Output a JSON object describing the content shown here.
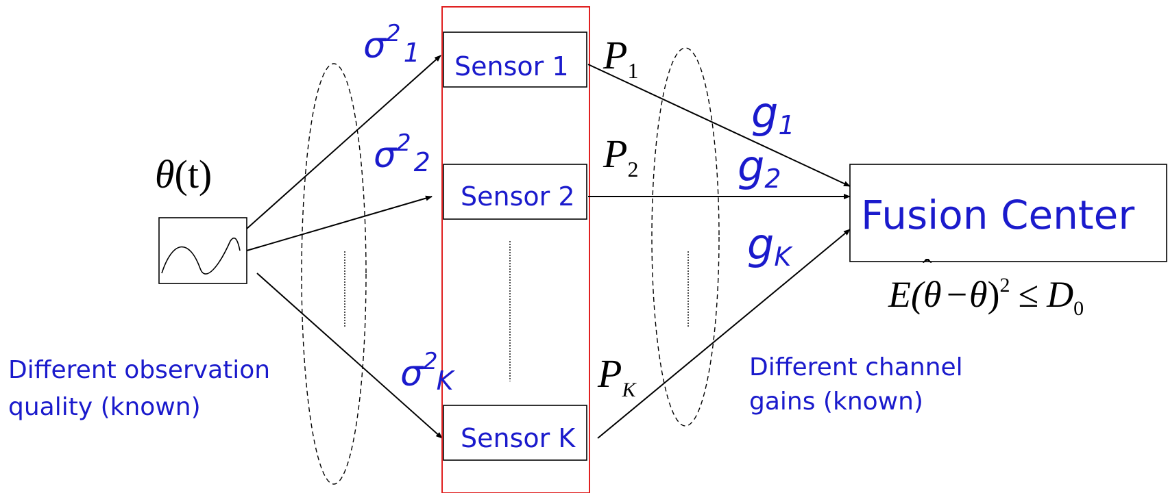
{
  "sensors": [
    {
      "label": "Sensor 1",
      "noise_var_base": "σ",
      "noise_var_exp": "2",
      "noise_var_sub": "1",
      "power_base": "P",
      "power_sub": "1",
      "gain_base": "g",
      "gain_sub": "1"
    },
    {
      "label": "Sensor 2",
      "noise_var_base": "σ",
      "noise_var_exp": "2",
      "noise_var_sub": "2",
      "power_base": "P",
      "power_sub": "2",
      "gain_base": "g",
      "gain_sub": "2"
    },
    {
      "label": "Sensor K",
      "noise_var_base": "σ",
      "noise_var_exp": "2",
      "noise_var_sub": "K",
      "power_base": "P",
      "power_sub": "K",
      "gain_base": "g",
      "gain_sub": "K"
    }
  ],
  "source": {
    "label_symbol": "θ",
    "label_arg": "(t)"
  },
  "fusion_center": {
    "label": "Fusion Center"
  },
  "constraint": {
    "lhs_E": "E(",
    "theta_hat": "θ",
    "hat": "ˆ",
    "minus": "−",
    "theta": "θ",
    "close": ")",
    "exp": "2",
    "leq": "≤",
    "D": "D",
    "D_sub": "0"
  },
  "notes": {
    "observation_line1": "Different observation",
    "observation_line2": "quality (known)",
    "channel_line1": "Different channel",
    "channel_line2": "gains (known)"
  },
  "colors": {
    "text_blue": "#1a1acc",
    "highlight_red": "#e02020",
    "line": "#000000"
  }
}
